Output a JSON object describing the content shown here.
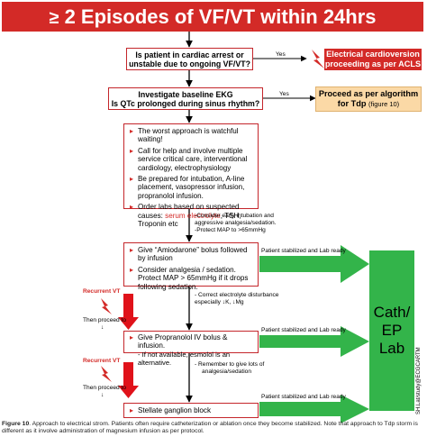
{
  "banner": {
    "symbol": "≥",
    "title": "2 Episodes of VF/VT within 24hrs"
  },
  "q1": {
    "line1": "Is patient in cardiac arrest or",
    "line2": "unstable due to ongoing VF/VT?",
    "yes_label": "Yes"
  },
  "electrical": {
    "line1": "Electrical cardioversion",
    "line2": "proceeding as per ACLS"
  },
  "q2": {
    "line1": "Investigate baseline EKG",
    "line2": "Is QTc prolonged during sinus rhythm?",
    "yes_label": "Yes"
  },
  "tdp": {
    "line1": "Proceed as per algorithm",
    "line2": "for Tdp",
    "ref": "(figure 10)"
  },
  "actions": [
    {
      "text": "The worst approach is watchful waiting!"
    },
    {
      "text": "Call for help and involve multiple service critical care, interventional cardiology, electrophysiology"
    },
    {
      "text": "Be prepared for intubation, A-line placement, vasopressor infusion, propranolol infusion."
    },
    {
      "text": "Order labs based on suspected causes:",
      "red": "serum electrolyte",
      "rest": ", TSH, Troponin etc"
    }
  ],
  "notes1": {
    "line1": "-Consider early intubation and",
    "line2": "aggressive analgesia/sedation.",
    "line3": "-Protect MAP to >65mmHg"
  },
  "amio": {
    "item1": "Give “Amiodarone” bolus followed by infusion",
    "item2": "Consider analgesia / sedation. Protect MAP > 65mmHg if it drops following sedation."
  },
  "notes2": {
    "line1": "- Correct electrolyte disturbance",
    "line2": "especially ↓K, ↓Mg"
  },
  "propranolol": {
    "line1": "Give Propranolol IV bolus & infusion.",
    "line2": "- If not available, esmolol is an alternative."
  },
  "notes3": {
    "line1": "- Remember to give lots of",
    "line2": "analgesia/sedation"
  },
  "stellate": {
    "text": "Stellate ganglion block"
  },
  "recurrent": [
    {
      "label": "Recurrent VT",
      "then": "Then proceed to",
      "arrow": "↓"
    },
    {
      "label": "Recurrent VT",
      "then": "Then proceed to",
      "arrow": "↓"
    }
  ],
  "stabilized_label": "Patient stabilized and Lab ready",
  "cath_lab": {
    "line1": "Cath/",
    "line2": "EP",
    "line3": "Lab"
  },
  "credit": "SH.Lat/study@ECGCARTM",
  "caption": {
    "prefix": "Figure 10",
    "text": ". Approach to electrical strom. Patients often require catheterization or ablation once they become stabilized. Note that approach to Tdp storm is different as it involve administration of magnesium infusion as per protocol."
  },
  "colors": {
    "red": "#d32a27",
    "green": "#33b44a",
    "tan": "#fbd9a6"
  }
}
